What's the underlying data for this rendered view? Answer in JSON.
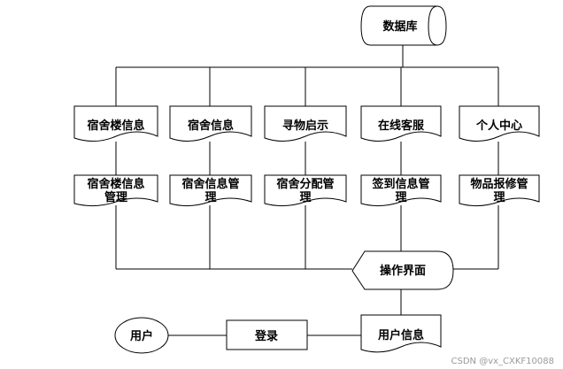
{
  "database": "数据库",
  "top_docs": [
    "宿舍楼信息",
    "宿舍信息",
    "寻物启示",
    "在线客服",
    "个人中心"
  ],
  "mgmt_docs": [
    {
      "line1": "宿舍楼信息",
      "line2": "管理"
    },
    {
      "line1": "宿舍信息管",
      "line2": "理"
    },
    {
      "line1": "宿舍分配管",
      "line2": "理"
    },
    {
      "line1": "签到信息管",
      "line2": "理"
    },
    {
      "line1": "物品报修管",
      "line2": "理"
    }
  ],
  "operation_ui": "操作界面",
  "user": "用户",
  "login": "登录",
  "user_info": "用户信息",
  "watermark": "CSDN @vx_CXKF10088"
}
